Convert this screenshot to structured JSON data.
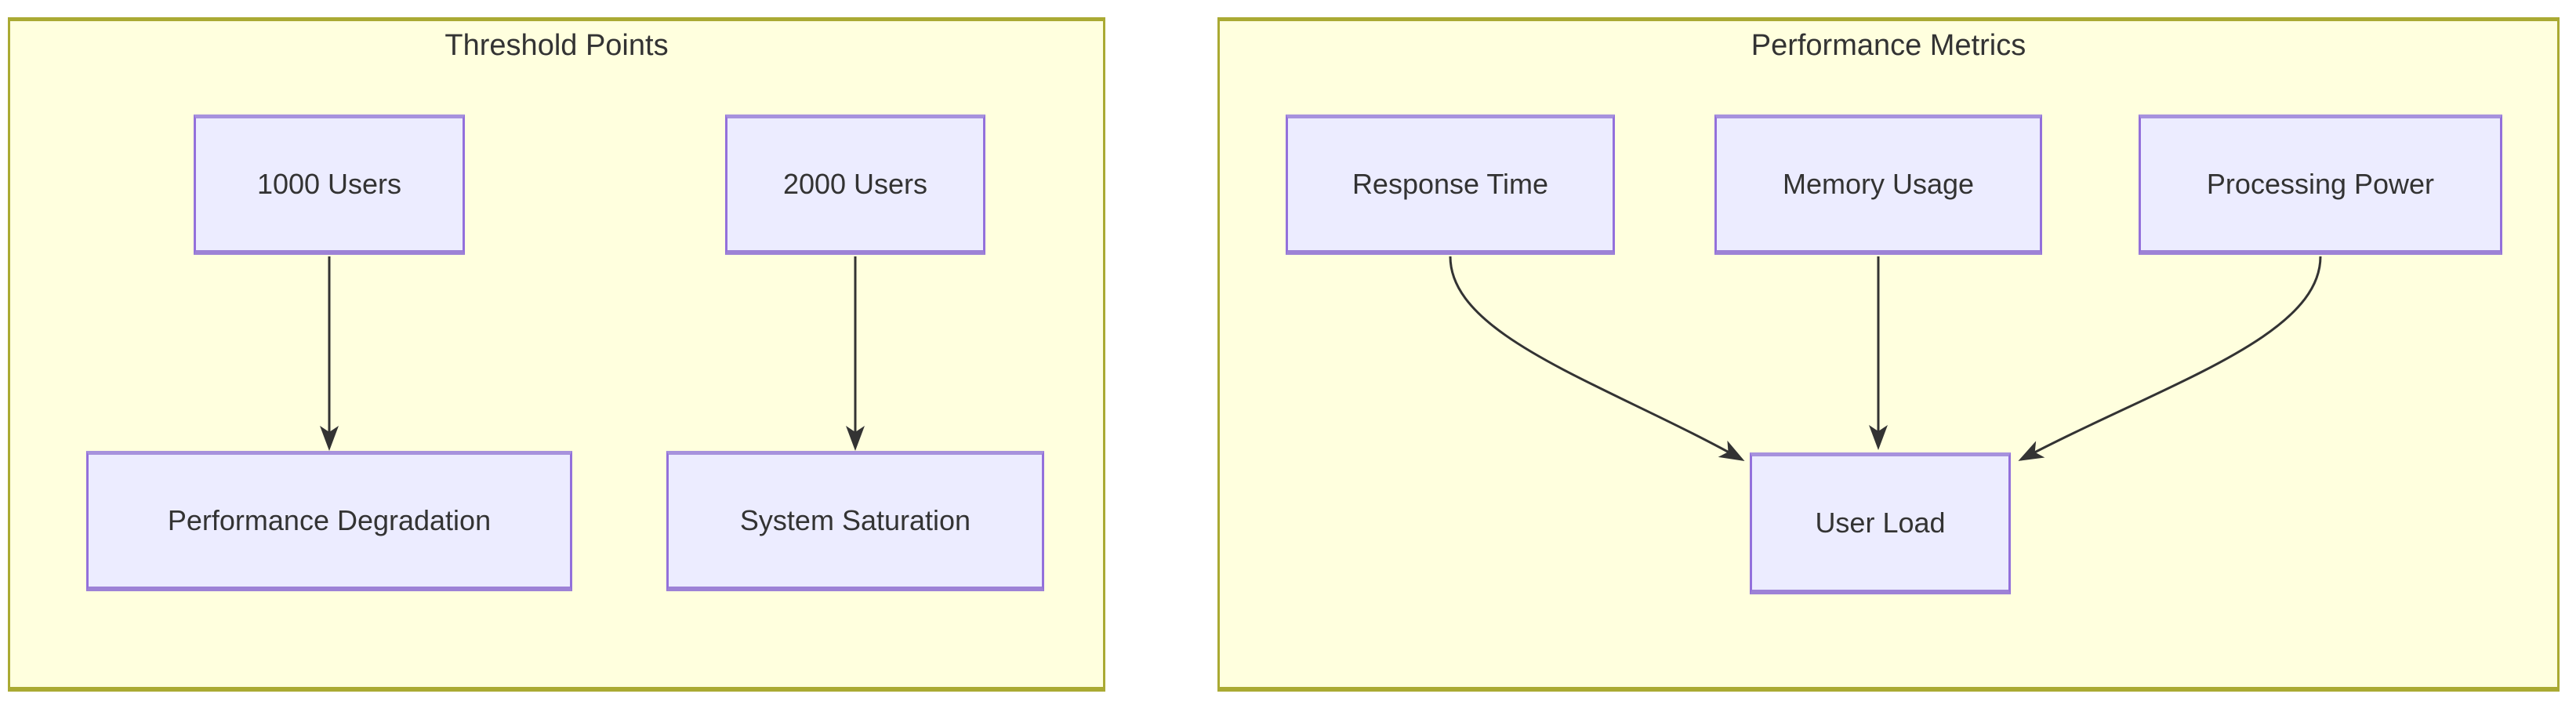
{
  "colors": {
    "page_background": "#ffffff",
    "panel_fill": "#ffffde",
    "panel_border": "#aaaa33",
    "node_fill": "#ececff",
    "node_border": "#9370db",
    "text": "#333333",
    "edge": "#333333"
  },
  "panels": [
    {
      "title": "Threshold Points",
      "nodes": [
        {
          "label": "1000 Users"
        },
        {
          "label": "2000 Users"
        },
        {
          "label": "Performance Degradation"
        },
        {
          "label": "System Saturation"
        }
      ],
      "edges": [
        {
          "from": "1000 Users",
          "to": "Performance Degradation"
        },
        {
          "from": "2000 Users",
          "to": "System Saturation"
        }
      ]
    },
    {
      "title": "Performance Metrics",
      "nodes": [
        {
          "label": "Response Time"
        },
        {
          "label": "Memory Usage"
        },
        {
          "label": "Processing Power"
        },
        {
          "label": "User Load"
        }
      ],
      "edges": [
        {
          "from": "Response Time",
          "to": "User Load"
        },
        {
          "from": "Memory Usage",
          "to": "User Load"
        },
        {
          "from": "Processing Power",
          "to": "User Load"
        }
      ]
    }
  ]
}
